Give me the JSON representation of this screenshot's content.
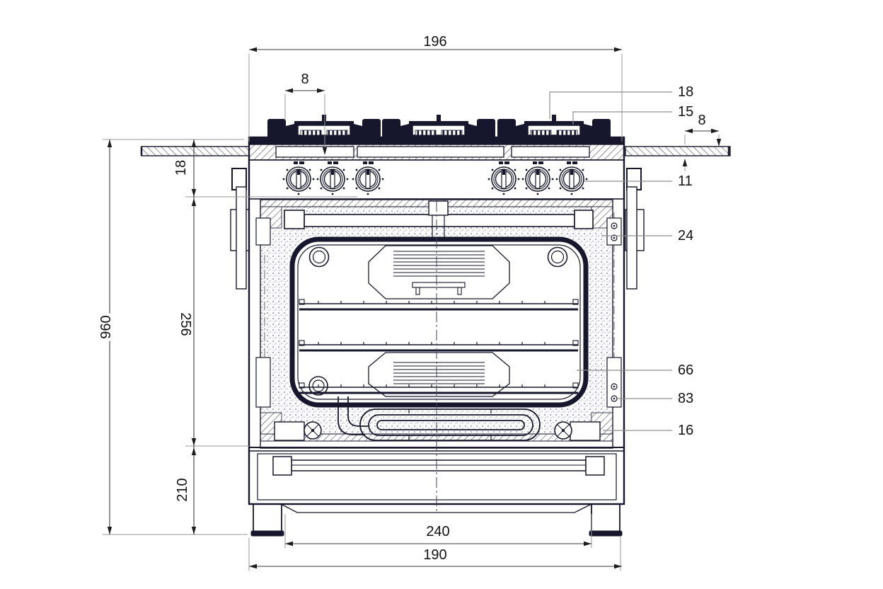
{
  "drawing": {
    "title": "gas-range-front-elevation-dimension-drawing",
    "ink_color": "#16162c",
    "leader_color": "#8f8f8f"
  },
  "dimensions": {
    "top_width": "196",
    "burner_offset": "8",
    "left_drop": "18",
    "overall_height": "960",
    "oven_section_height": "256",
    "base_section_height": "210",
    "feet_spacing": "240",
    "base_width": "190",
    "right_shelf_offset": "8"
  },
  "callouts": {
    "pot_support": "18",
    "burner_cap": "15",
    "control_knob": "11",
    "upper_hinge": "24",
    "oven_rack": "66",
    "lower_hinge": "83",
    "base_screw": "16"
  }
}
